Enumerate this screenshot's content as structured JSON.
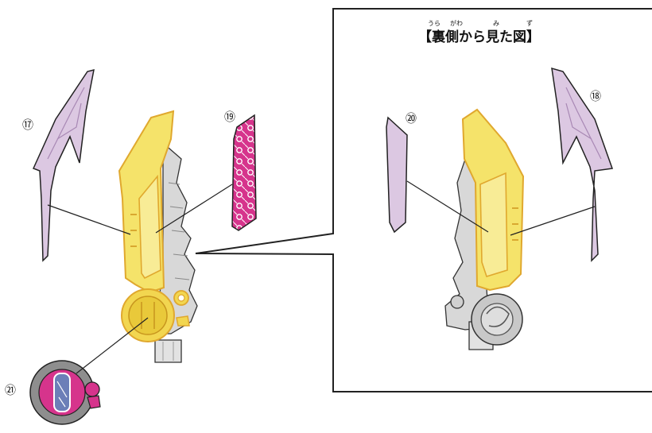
{
  "inset": {
    "title": "【裏側から見た図】",
    "ruby": {
      "ura": "うら",
      "gawa": "がわ",
      "mi": "み",
      "zu": "ず"
    }
  },
  "labels": {
    "part17": "⑰",
    "part18": "⑱",
    "part19": "⑲",
    "part20": "⑳",
    "part21": "㉑"
  },
  "colors": {
    "yellow": "#f5e36a",
    "yellow_edge": "#e0a82e",
    "lavender": "#dcc8e2",
    "magenta": "#d6348c",
    "grey": "#cfcfcf",
    "line": "#222222"
  }
}
